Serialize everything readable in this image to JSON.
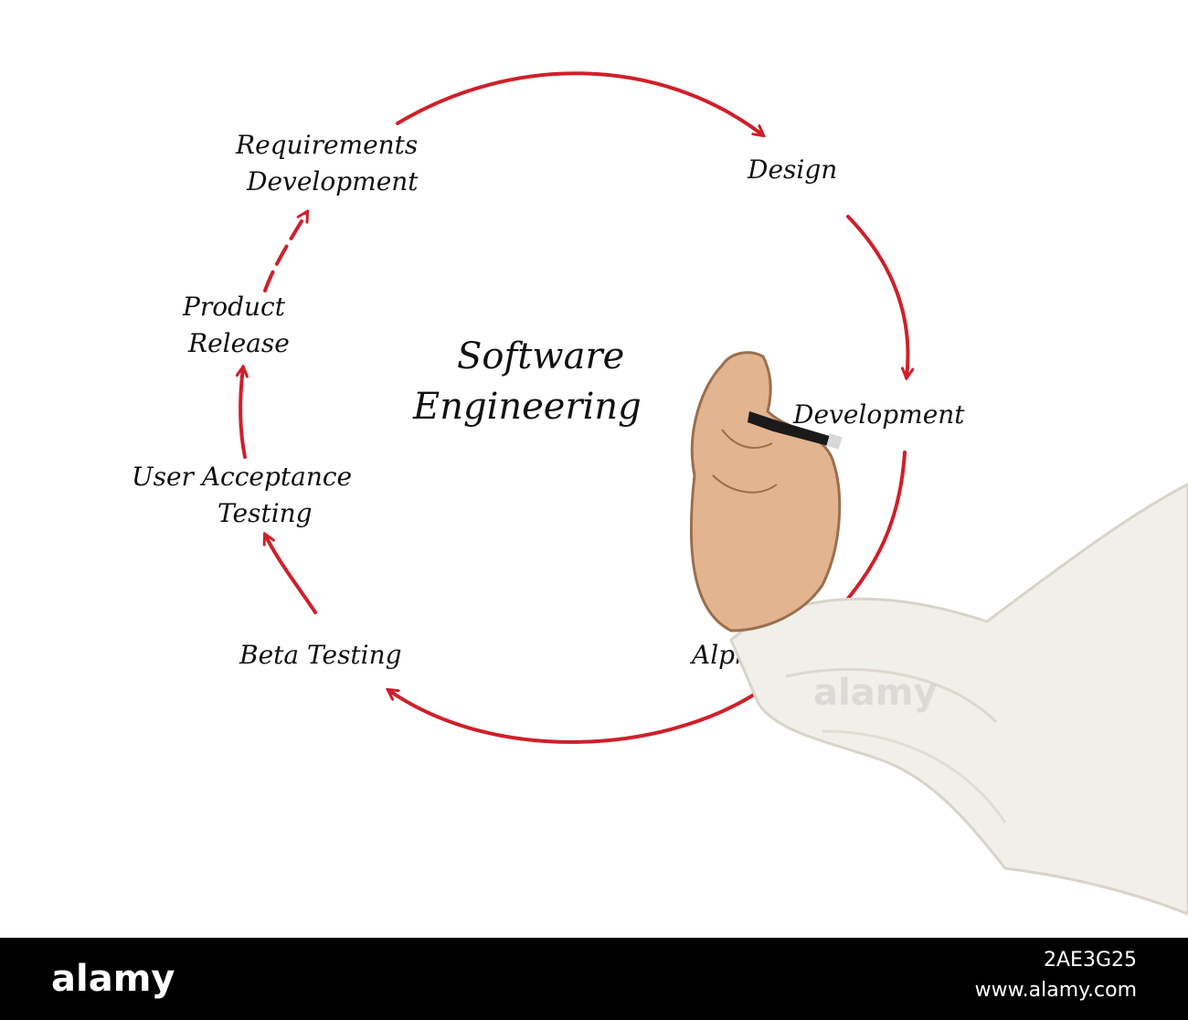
{
  "diagram": {
    "center_title_line1": "Software",
    "center_title_line2": "Engineering",
    "stages": [
      {
        "line1": "Requirements",
        "line2": "Development"
      },
      {
        "line1": "Design"
      },
      {
        "line1": "Development"
      },
      {
        "line1": "Alpha Testing"
      },
      {
        "line1": "Beta Testing"
      },
      {
        "line1": "User Acceptance",
        "line2": "Testing"
      },
      {
        "line1": "Product",
        "line2": "Release"
      }
    ],
    "arrow_color": "#d01f2a"
  },
  "watermark": "alamy",
  "footer": {
    "logo": "alamy",
    "image_code": "2AE3G25",
    "site": "www.alamy.com"
  }
}
